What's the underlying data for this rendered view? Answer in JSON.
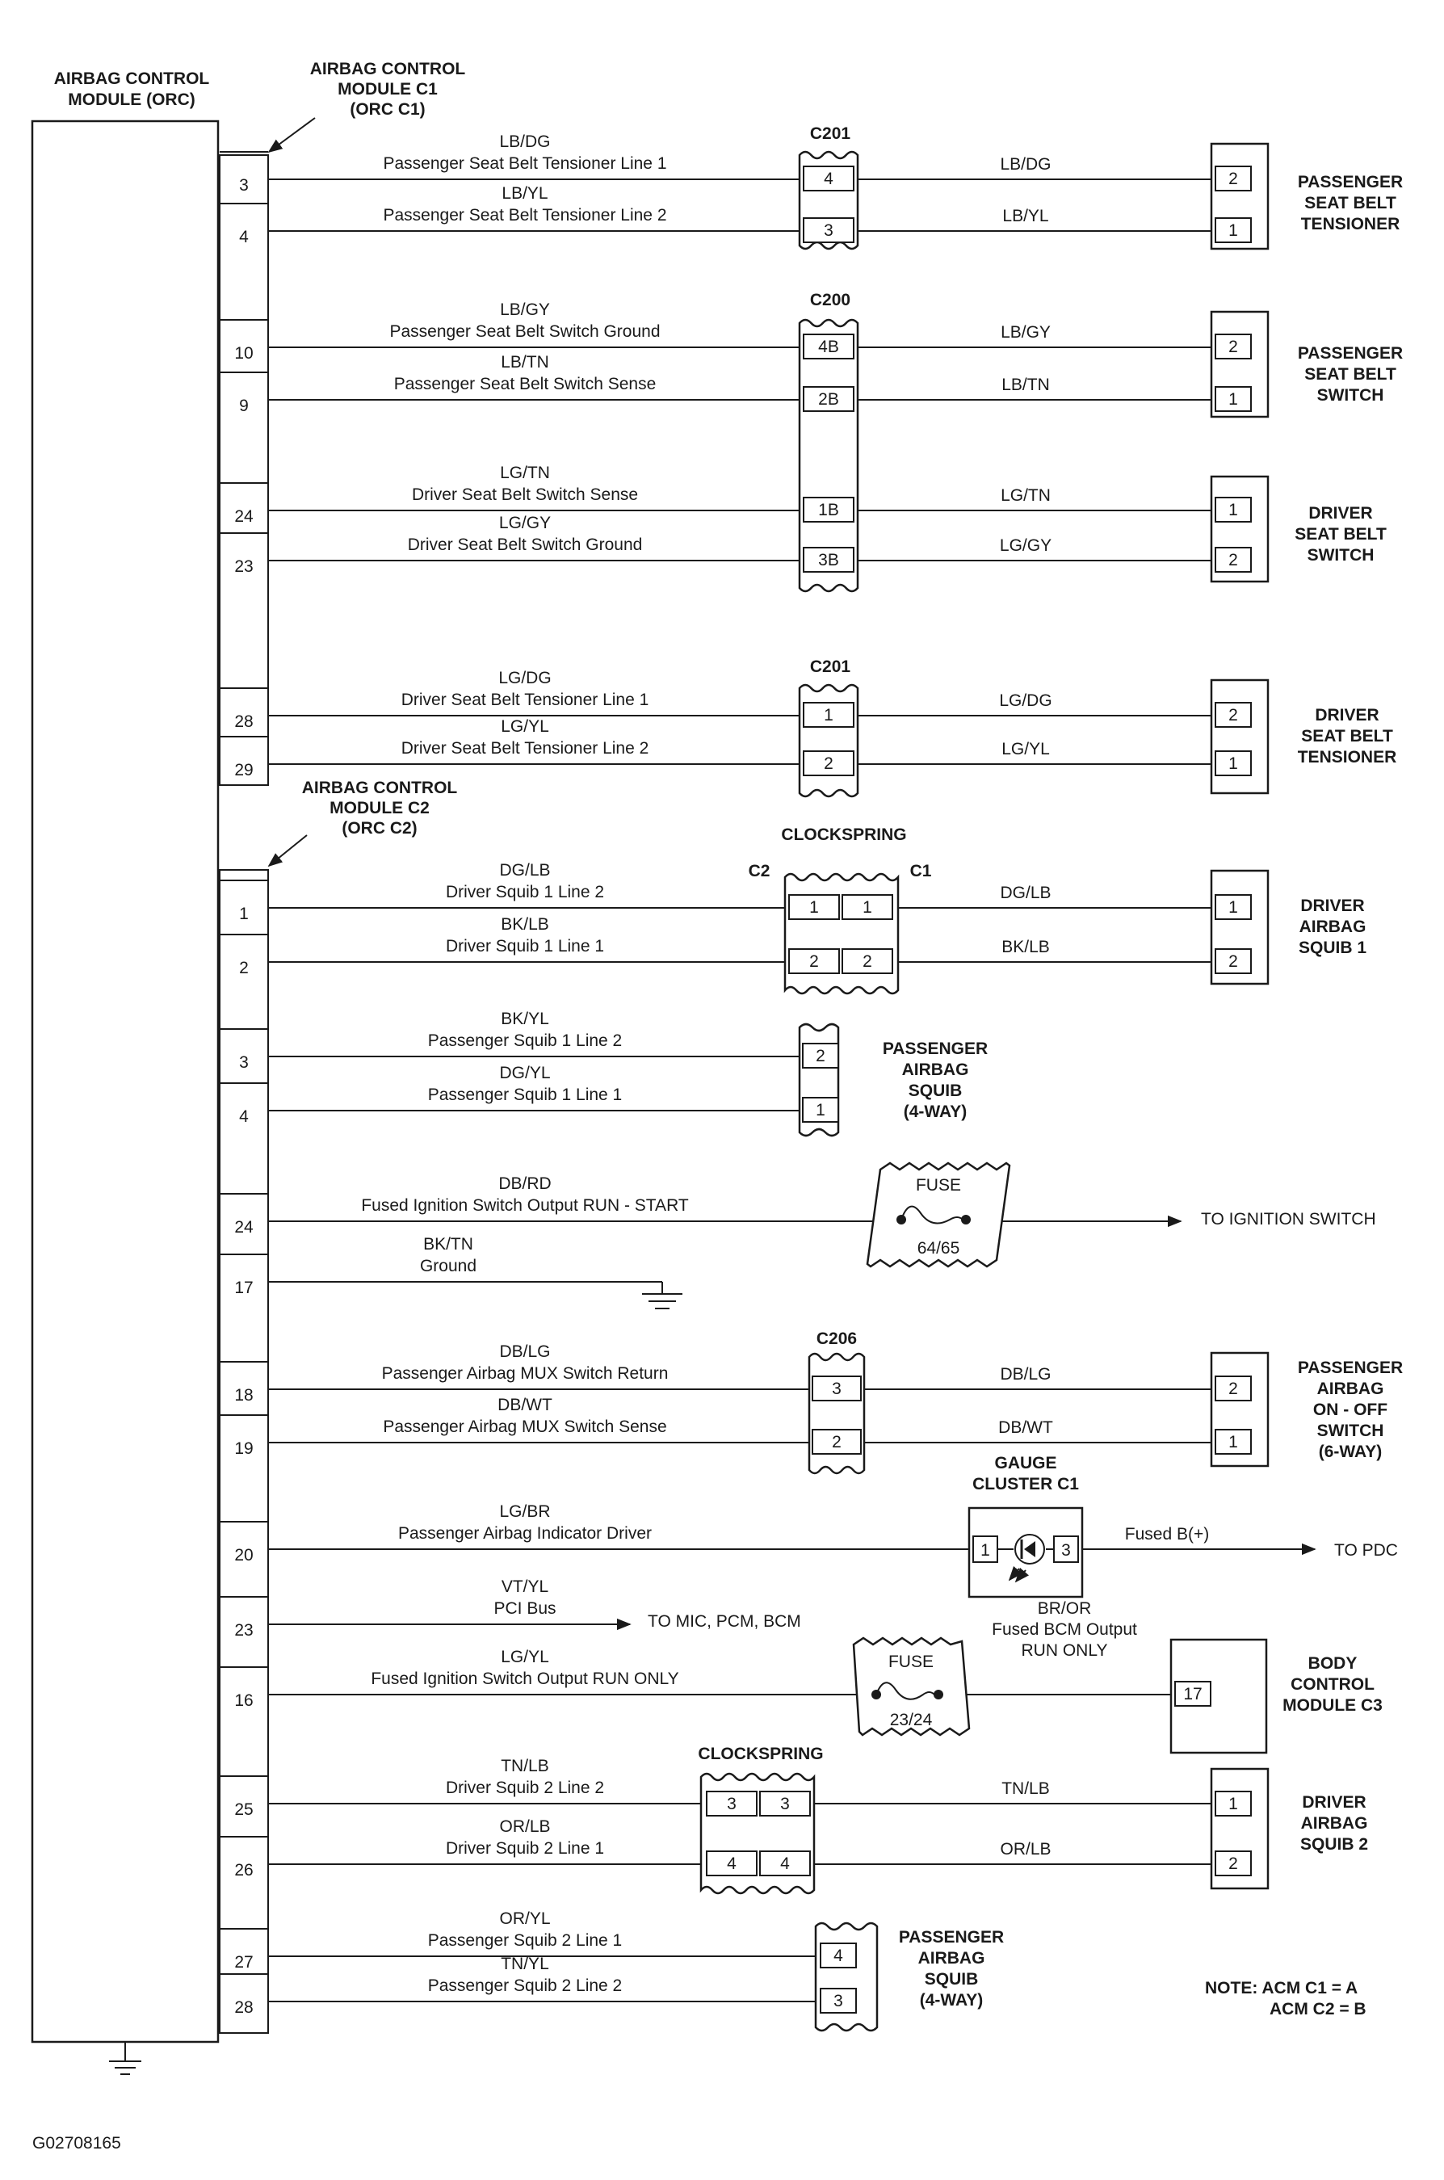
{
  "module": {
    "title_line1": "AIRBAG CONTROL",
    "title_line2": "MODULE (ORC)",
    "c1_line1": "AIRBAG CONTROL",
    "c1_line2": "MODULE C1",
    "c1_line3": "(ORC C1)",
    "c2_line1": "AIRBAG CONTROL",
    "c2_line2": "MODULE C2",
    "c2_line3": "(ORC C2)"
  },
  "connectors": {
    "c201_top": "C201",
    "c200": "C200",
    "c201_mid": "C201",
    "clockspring1": "CLOCKSPRING",
    "cs_c2": "C2",
    "cs_c1": "C1",
    "c206": "C206",
    "clockspring2": "CLOCKSPRING",
    "gauge_line1": "GAUGE",
    "gauge_line2": "CLUSTER C1"
  },
  "circuits": [
    {
      "pin": "3",
      "color": "LB/DG",
      "desc": "Passenger Seat Belt Tensioner Line 1",
      "conn_pin": "4",
      "far_color": "LB/DG",
      "comp_pin": "2"
    },
    {
      "pin": "4",
      "color": "LB/YL",
      "desc": "Passenger Seat Belt Tensioner Line 2",
      "conn_pin": "3",
      "far_color": "LB/YL",
      "comp_pin": "1"
    },
    {
      "pin": "10",
      "color": "LB/GY",
      "desc": "Passenger Seat Belt Switch Ground",
      "conn_pin": "4B",
      "far_color": "LB/GY",
      "comp_pin": "2"
    },
    {
      "pin": "9",
      "color": "LB/TN",
      "desc": "Passenger Seat Belt Switch Sense",
      "conn_pin": "2B",
      "far_color": "LB/TN",
      "comp_pin": "1"
    },
    {
      "pin": "24",
      "color": "LG/TN",
      "desc": "Driver Seat Belt Switch Sense",
      "conn_pin": "1B",
      "far_color": "LG/TN",
      "comp_pin": "1"
    },
    {
      "pin": "23",
      "color": "LG/GY",
      "desc": "Driver Seat Belt Switch Ground",
      "conn_pin": "3B",
      "far_color": "LG/GY",
      "comp_pin": "2"
    },
    {
      "pin": "28",
      "color": "LG/DG",
      "desc": "Driver Seat Belt Tensioner Line 1",
      "conn_pin": "1",
      "far_color": "LG/DG",
      "comp_pin": "2"
    },
    {
      "pin": "29",
      "color": "LG/YL",
      "desc": "Driver Seat Belt Tensioner Line 2",
      "conn_pin": "2",
      "far_color": "LG/YL",
      "comp_pin": "1"
    },
    {
      "pin": "1",
      "color": "DG/LB",
      "desc": "Driver Squib 1 Line 2",
      "conn_pin": "1",
      "conn_pin2": "1",
      "far_color": "DG/LB",
      "comp_pin": "1"
    },
    {
      "pin": "2",
      "color": "BK/LB",
      "desc": "Driver Squib 1 Line 1",
      "conn_pin": "2",
      "conn_pin2": "2",
      "far_color": "BK/LB",
      "comp_pin": "2"
    },
    {
      "pin": "3",
      "color": "BK/YL",
      "desc": "Passenger Squib 1 Line 2",
      "comp_pin": "2"
    },
    {
      "pin": "4",
      "color": "DG/YL",
      "desc": "Passenger Squib 1 Line 1",
      "comp_pin": "1"
    },
    {
      "pin": "24",
      "color": "DB/RD",
      "desc": "Fused Ignition Switch Output RUN - START"
    },
    {
      "pin": "17",
      "color": "BK/TN",
      "desc": "Ground"
    },
    {
      "pin": "18",
      "color": "DB/LG",
      "desc": "Passenger Airbag MUX Switch Return",
      "conn_pin": "3",
      "far_color": "DB/LG",
      "comp_pin": "2"
    },
    {
      "pin": "19",
      "color": "DB/WT",
      "desc": "Passenger Airbag MUX Switch Sense",
      "conn_pin": "2",
      "far_color": "DB/WT",
      "comp_pin": "1"
    },
    {
      "pin": "20",
      "color": "LG/BR",
      "desc": "Passenger Airbag Indicator Driver",
      "conn_pin": "1",
      "conn_pin2": "3",
      "far_color": "Fused B(+)"
    },
    {
      "pin": "23",
      "color": "VT/YL",
      "desc": "PCI Bus"
    },
    {
      "pin": "16",
      "color": "LG/YL",
      "desc": "Fused Ignition Switch Output RUN ONLY",
      "far_color": "BR/OR",
      "far_desc1": "Fused BCM Output",
      "far_desc2": "RUN ONLY",
      "comp_pin": "17"
    },
    {
      "pin": "25",
      "color": "TN/LB",
      "desc": "Driver Squib 2 Line 2",
      "conn_pin": "3",
      "conn_pin2": "3",
      "far_color": "TN/LB",
      "comp_pin": "1"
    },
    {
      "pin": "26",
      "color": "OR/LB",
      "desc": "Driver Squib 2 Line 1",
      "conn_pin": "4",
      "conn_pin2": "4",
      "far_color": "OR/LB",
      "comp_pin": "2"
    },
    {
      "pin": "27",
      "color": "OR/YL",
      "desc": "Passenger Squib 2 Line 1",
      "comp_pin": "4"
    },
    {
      "pin": "28",
      "color": "TN/YL",
      "desc": "Passenger Squib 2 Line 2",
      "comp_pin": "3"
    }
  ],
  "components": {
    "pass_tensioner": [
      "PASSENGER",
      "SEAT BELT",
      "TENSIONER"
    ],
    "pass_switch": [
      "PASSENGER",
      "SEAT BELT",
      "SWITCH"
    ],
    "driver_switch": [
      "DRIVER",
      "SEAT BELT",
      "SWITCH"
    ],
    "driver_tensioner": [
      "DRIVER",
      "SEAT BELT",
      "TENSIONER"
    ],
    "driver_squib1": [
      "DRIVER",
      "AIRBAG",
      "SQUIB 1"
    ],
    "pass_squib1": [
      "PASSENGER",
      "AIRBAG",
      "SQUIB",
      "(4-WAY)"
    ],
    "pass_onoff": [
      "PASSENGER",
      "AIRBAG",
      "ON - OFF",
      "SWITCH",
      "(6-WAY)"
    ],
    "bcm": [
      "BODY",
      "CONTROL",
      "MODULE C3"
    ],
    "driver_squib2": [
      "DRIVER",
      "AIRBAG",
      "SQUIB 2"
    ],
    "pass_squib2": [
      "PASSENGER",
      "AIRBAG",
      "SQUIB",
      "(4-WAY)"
    ]
  },
  "fuses": {
    "fuse1_label": "FUSE",
    "fuse1_num": "64/65",
    "fuse2_label": "FUSE",
    "fuse2_num": "23/24"
  },
  "destinations": {
    "ignition": "TO IGNITION SWITCH",
    "pdc": "TO PDC",
    "pci": "TO MIC, PCM, BCM"
  },
  "note": {
    "line1": "NOTE:  ACM C1 = A",
    "line2": "ACM C2 = B"
  },
  "figure_id": "G02708165"
}
